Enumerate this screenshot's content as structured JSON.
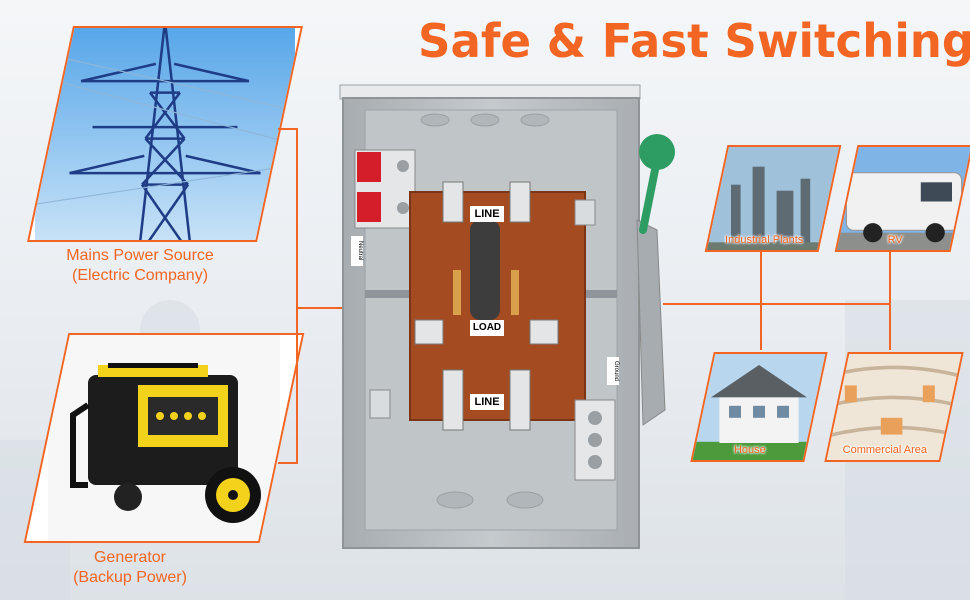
{
  "title": "Safe & Fast Switching",
  "left_sources": [
    {
      "label_line1": "Mains Power Source",
      "label_line2": "(Electric Company)",
      "icon": "power-tower"
    },
    {
      "label_line1": "Generator",
      "label_line2": "(Backup Power)",
      "icon": "portable-generator"
    }
  ],
  "panel_labels": {
    "line_top": "LINE",
    "load": "LOAD",
    "line_bottom": "LINE",
    "neutral": "Neutral",
    "ground": "Ground"
  },
  "applications": [
    {
      "label": "Industrial Plants",
      "icon": "factory"
    },
    {
      "label": "RV",
      "icon": "rv"
    },
    {
      "label": "House",
      "icon": "house"
    },
    {
      "label": "Commercial Area",
      "icon": "mall"
    }
  ],
  "colors": {
    "accent": "#f26522",
    "copper": "#a54b22",
    "enclosure": "#b9bec2",
    "handle": "#2e9d63"
  }
}
